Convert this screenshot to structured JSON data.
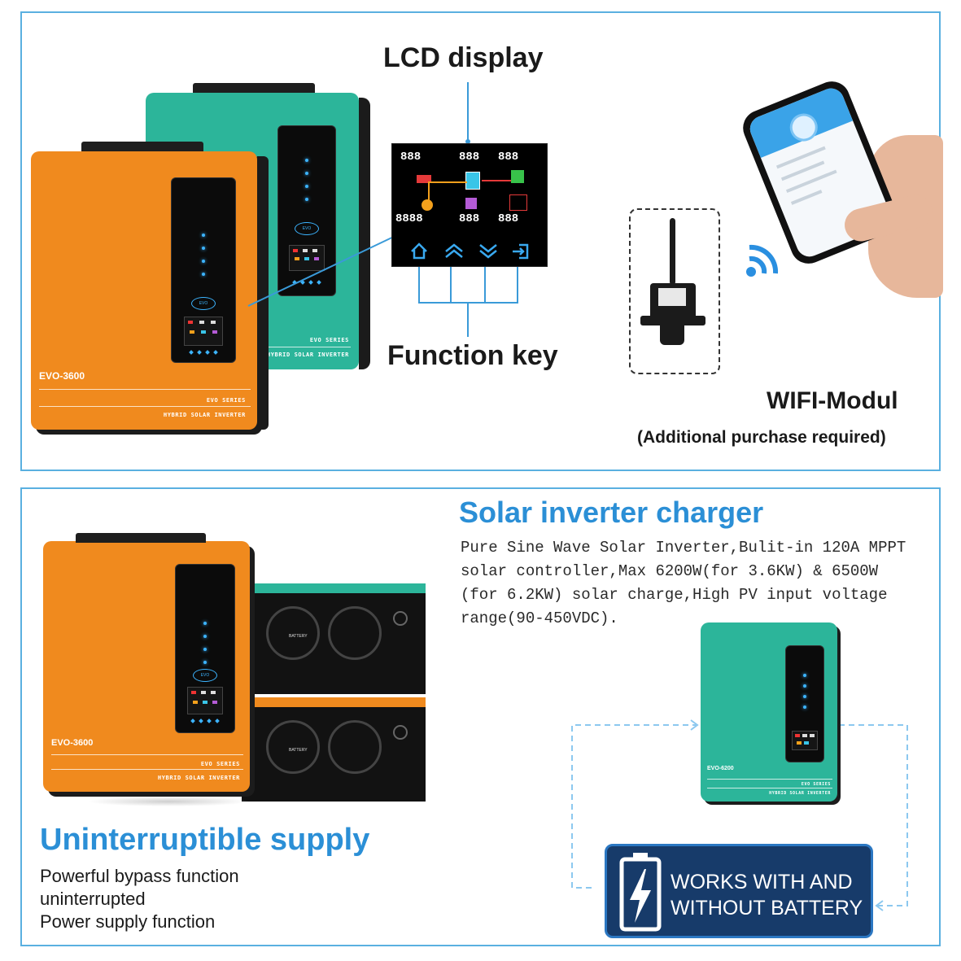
{
  "top_panel": {
    "lcd_label": "LCD display",
    "function_key_label": "Function key",
    "wifi_title": "WIFI-Modul",
    "wifi_note": "(Additional purchase required)",
    "lcd_readouts": [
      "888",
      "888",
      "888",
      "8888",
      "888",
      "888"
    ],
    "phone_app_items": [
      "",
      "",
      "",
      ""
    ]
  },
  "devices": {
    "orange_model": "EVO-3600",
    "series_line": "EVO SERIES",
    "product_line": "HYBRID SOLAR INVERTER",
    "teal_series_line": "EVO SERIES",
    "teal_product_line": "HYBRID SOLAR INVERTER",
    "teal_small_model": "EVO-6200",
    "battery_label": "BATTERY",
    "mini_logo": "EVO"
  },
  "bottom_panel": {
    "solar_title": "Solar inverter charger",
    "solar_desc_lines": [
      "Pure Sine Wave Solar Inverter,Bulit-in 120A MPPT",
      "solar controller,Max 6200W(for 3.6KW) & 6500W",
      "(for 6.2KW) solar charge,High PV input voltage",
      "range(90-450VDC)."
    ],
    "ups_title": "Uninterruptible supply",
    "ups_lines": [
      "Powerful bypass function",
      "uninterrupted",
      "Power supply function"
    ],
    "battery_badge_lines": [
      "WORKS WITH AND",
      "WITHOUT BATTERY"
    ]
  },
  "colors": {
    "panel_border": "#5ab0e0",
    "title_blue": "#2b8fd6",
    "orange": "#f08a1e",
    "teal": "#2cb59a",
    "badge_navy": "#173b6a"
  }
}
